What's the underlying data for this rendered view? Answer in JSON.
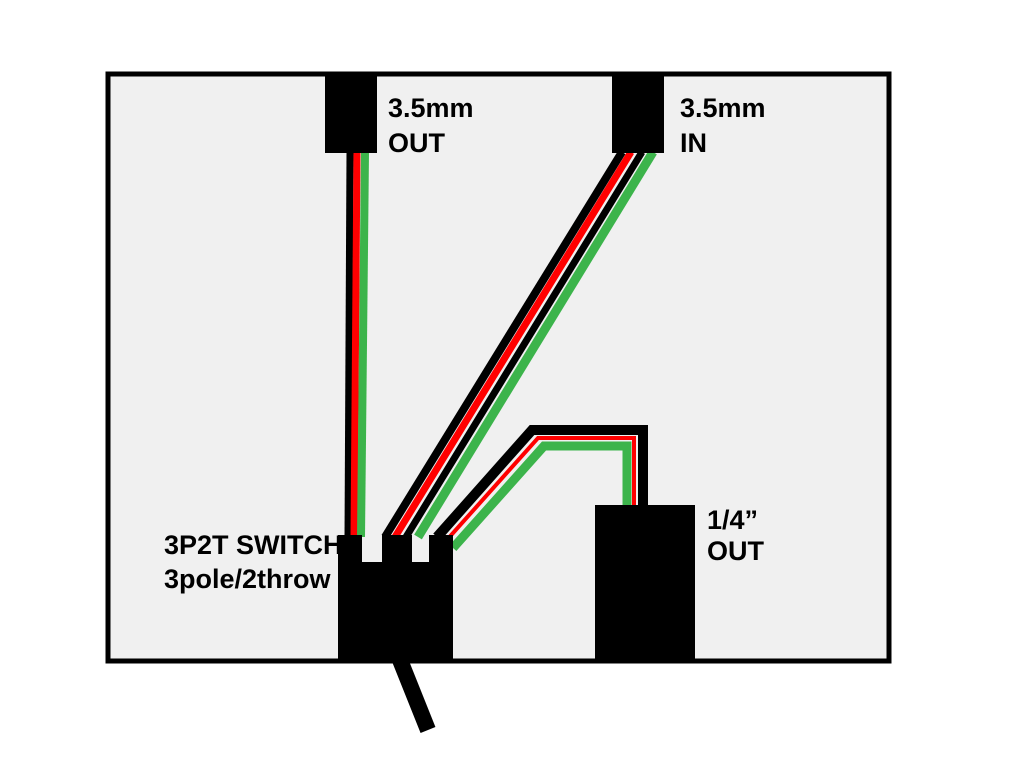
{
  "colors": {
    "panel": "#f0f0f0",
    "outline": "#000000",
    "wire_black": "#000000",
    "wire_red": "#ff0000",
    "wire_green": "#3cb44b"
  },
  "components": {
    "jack_out": {
      "label_line1": "3.5mm",
      "label_line2": "OUT"
    },
    "jack_in": {
      "label_line1": "3.5mm",
      "label_line2": "IN"
    },
    "quarter_out": {
      "label_line1": "1/4”",
      "label_line2": "OUT"
    },
    "switch": {
      "label_line1": "3P2T SWITCH",
      "label_line2": "3pole/2throw"
    }
  },
  "wires": [
    {
      "name": "wire-3.5mm-out-to-switch",
      "conductors": [
        "black",
        "red",
        "green"
      ]
    },
    {
      "name": "wire-3.5mm-in-to-switch",
      "conductors": [
        "black",
        "red",
        "green"
      ]
    },
    {
      "name": "wire-switch-to-quarter-out",
      "conductors": [
        "black",
        "red",
        "green"
      ]
    }
  ]
}
